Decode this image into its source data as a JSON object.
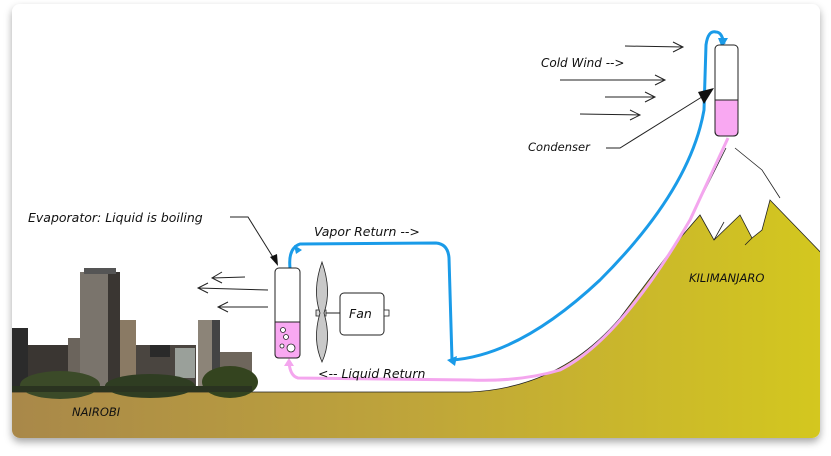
{
  "labels": {
    "evaporator": "Evaporator:  Liquid is boiling",
    "vapor_return": "Vapor Return -->",
    "fan": "Fan",
    "liquid_return": "<-- Liquid Return",
    "cold_wind": "Cold Wind -->",
    "condenser": "Condenser",
    "kilimanjaro": "KILIMANJARO",
    "nairobi": "NAIROBI"
  },
  "colors": {
    "vapor_line": "#1a9be8",
    "liquid_line": "#f4a6ee",
    "liquid_fill": "#f9a8f2",
    "ground_left": "#a8874a",
    "ground_right": "#d4c81e"
  }
}
